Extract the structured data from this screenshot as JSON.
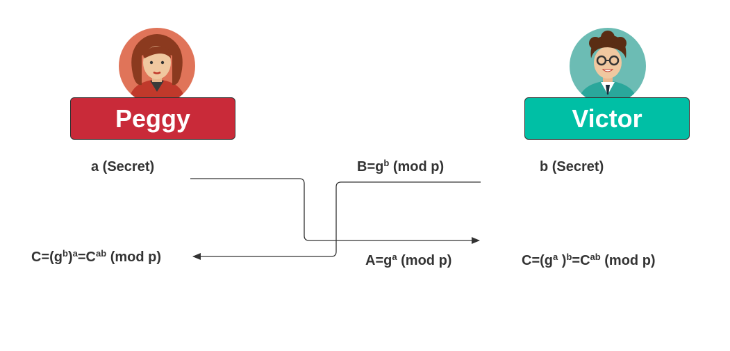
{
  "parties": {
    "peggy": {
      "name": "Peggy",
      "color": "#c92a39"
    },
    "victor": {
      "name": "Victor",
      "color": "#00bfa5"
    }
  },
  "labels": {
    "peggy_secret": "a (Secret)",
    "victor_secret": "b (Secret)",
    "B_pre": "B=g",
    "B_sup": "b",
    "B_post": " (mod p)",
    "A_pre": "A=g",
    "A_sup": "a",
    "A_post": " (mod p)",
    "peggy_C_1": "C=(g",
    "peggy_C_sup1": "b",
    "peggy_C_2": ")",
    "peggy_C_sup2": "a",
    "peggy_C_3": "=C",
    "peggy_C_sup3": "ab",
    "peggy_C_4": " (mod p)",
    "victor_C_1": "C=(g",
    "victor_C_sup1": "a",
    "victor_C_2": " )",
    "victor_C_sup2": "b",
    "victor_C_3": "=C",
    "victor_C_sup3": "ab",
    "victor_C_4": " (mod p)"
  }
}
